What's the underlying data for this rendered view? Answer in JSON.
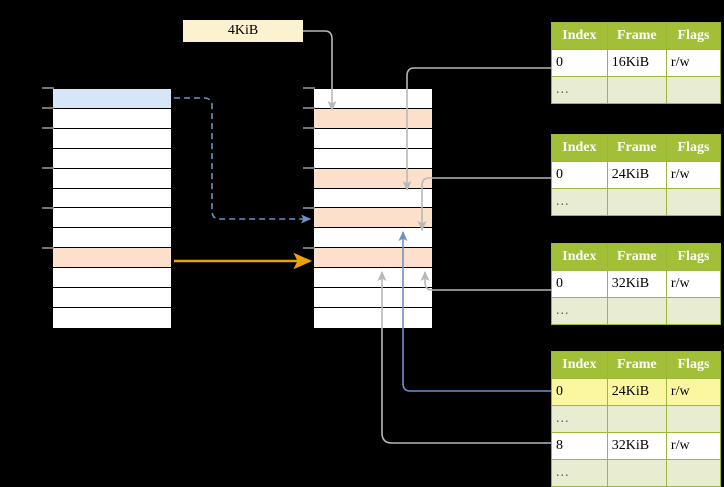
{
  "diagram": {
    "title": "page-table-walk-diagram",
    "colors": {
      "header_green": "#a2c037",
      "row_alt_green": "#e8edd2",
      "highlight_yellow": "#fbf7a0",
      "peach": "#fce0cc",
      "blue": "#d7e5f8",
      "orange_arrow": "#e8a400",
      "blue_arrow": "#6f92c4",
      "gray_wire": "#b3b3b3"
    }
  },
  "label": {
    "size_text": "4KiB"
  },
  "virtual_memory_column": {
    "name": "virtual-address-space",
    "rows": [
      {
        "fill": "blue"
      },
      {
        "fill": "none"
      },
      {
        "fill": "none"
      },
      {
        "fill": "none"
      },
      {
        "fill": "none"
      },
      {
        "fill": "none"
      },
      {
        "fill": "none"
      },
      {
        "fill": "none"
      },
      {
        "fill": "peach"
      },
      {
        "fill": "none"
      },
      {
        "fill": "none"
      },
      {
        "fill": "none"
      }
    ]
  },
  "physical_memory_column": {
    "name": "physical-address-space",
    "rows": [
      {
        "fill": "none"
      },
      {
        "fill": "peach"
      },
      {
        "fill": "none"
      },
      {
        "fill": "none"
      },
      {
        "fill": "peach"
      },
      {
        "fill": "none"
      },
      {
        "fill": "peach"
      },
      {
        "fill": "none"
      },
      {
        "fill": "peach"
      },
      {
        "fill": "none"
      },
      {
        "fill": "none"
      },
      {
        "fill": "none"
      }
    ]
  },
  "page_tables": [
    {
      "name": "page-table-level-1",
      "headers": [
        "Index",
        "Frame",
        "Flags"
      ],
      "rows": [
        {
          "cells": [
            "0",
            "16KiB",
            "r/w"
          ],
          "style": "normal",
          "highlight": [
            false,
            false,
            false
          ]
        },
        {
          "cells": [
            "...",
            "",
            ""
          ],
          "style": "dots",
          "highlight": [
            false,
            false,
            false
          ]
        }
      ]
    },
    {
      "name": "page-table-level-2",
      "headers": [
        "Index",
        "Frame",
        "Flags"
      ],
      "rows": [
        {
          "cells": [
            "0",
            "24KiB",
            "r/w"
          ],
          "style": "normal",
          "highlight": [
            false,
            false,
            false
          ]
        },
        {
          "cells": [
            "...",
            "",
            ""
          ],
          "style": "dots",
          "highlight": [
            false,
            false,
            false
          ]
        }
      ]
    },
    {
      "name": "page-table-level-3",
      "headers": [
        "Index",
        "Frame",
        "Flags"
      ],
      "rows": [
        {
          "cells": [
            "0",
            "32KiB",
            "r/w"
          ],
          "style": "normal",
          "highlight": [
            false,
            false,
            false
          ]
        },
        {
          "cells": [
            "...",
            "",
            ""
          ],
          "style": "dots",
          "highlight": [
            false,
            false,
            false
          ]
        }
      ]
    },
    {
      "name": "page-table-level-4",
      "headers": [
        "Index",
        "Frame",
        "Flags"
      ],
      "rows": [
        {
          "cells": [
            "0",
            "24KiB",
            "r/w"
          ],
          "style": "normal",
          "highlight": [
            true,
            true,
            true
          ]
        },
        {
          "cells": [
            "...",
            "",
            ""
          ],
          "style": "dots",
          "highlight": [
            false,
            false,
            false
          ]
        },
        {
          "cells": [
            "8",
            "32KiB",
            "r/w"
          ],
          "style": "normal",
          "highlight": [
            false,
            false,
            false
          ]
        },
        {
          "cells": [
            "...",
            "",
            ""
          ],
          "style": "dots",
          "highlight": [
            false,
            false,
            false
          ]
        }
      ]
    }
  ]
}
